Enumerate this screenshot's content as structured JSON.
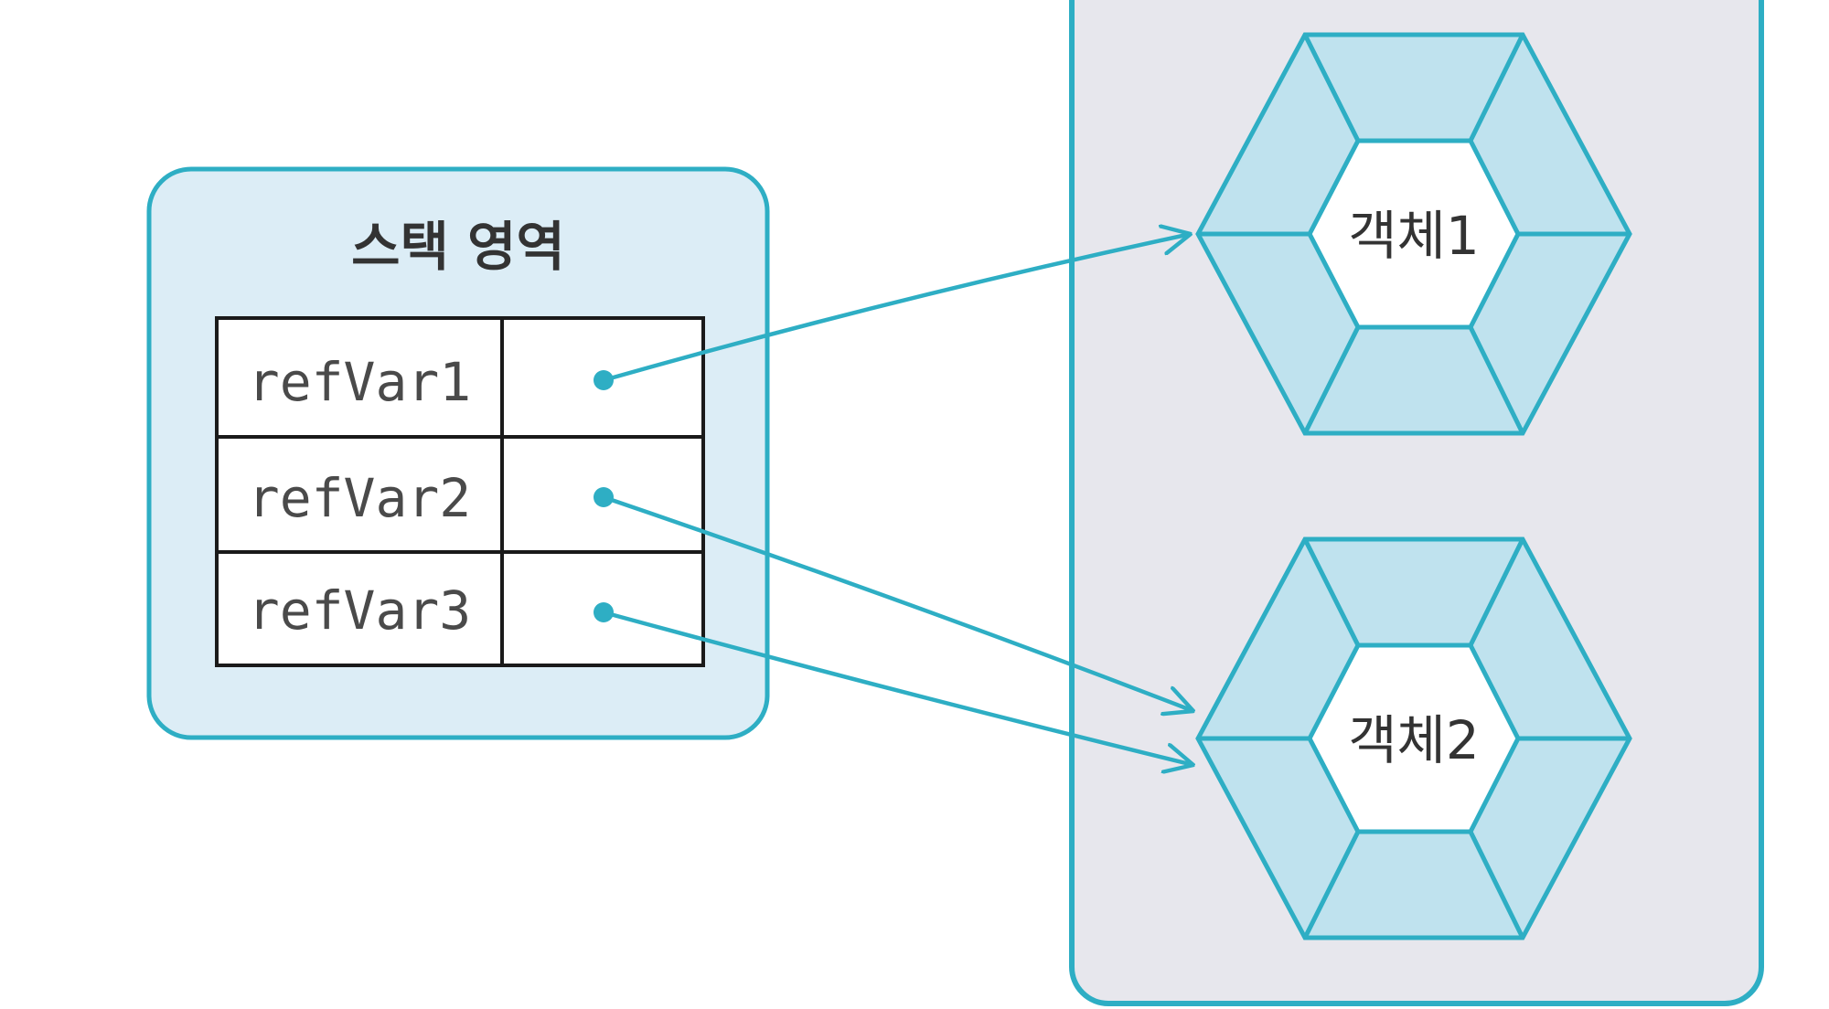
{
  "stack": {
    "title": "스택 영역",
    "rows": [
      {
        "name": "refVar1",
        "target": "객체1"
      },
      {
        "name": "refVar2",
        "target": "객체2"
      },
      {
        "name": "refVar3",
        "target": "객체2"
      }
    ]
  },
  "heap": {
    "objects": [
      {
        "label": "객체1"
      },
      {
        "label": "객체2"
      }
    ]
  },
  "colors": {
    "border": "#2eaec4",
    "stack_fill": "#dcedf6",
    "heap_fill": "#e7e7ed",
    "hex_fill": "#bfe2ee",
    "inner_fill": "#ffffff",
    "table_border": "#1a1a1a",
    "text": "#4a4a4a",
    "title_text": "#333333"
  }
}
